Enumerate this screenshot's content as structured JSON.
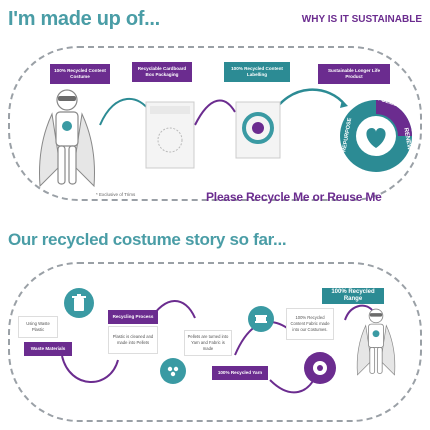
{
  "header": {
    "title": "I'm made up of...",
    "right_title": "WHY IS IT SUSTAINABLE"
  },
  "top_section": {
    "tags": [
      "100% Recycled Content Costume",
      "Recyclable Cardboard Box Packaging",
      "100% Recycled Content Labelling",
      "Sustainable Longer Life Product"
    ],
    "footnote": "* Exclusive of Trims",
    "recycle_words": [
      "RECYCLED",
      "RENEW",
      "REPURPOSE"
    ],
    "callout": "Please Recycle Me or Reuse Me"
  },
  "story": {
    "title": "Our recycled costume story so far...",
    "steps": {
      "using_waste": "Using Waste Plastic",
      "waste_materials": "Waste Materials",
      "recycling_process": "Recycling Process",
      "plastic_cleaned": "Plastic is cleaned and made into Pellets",
      "pellets_turned": "Pellets are turned into Yarn and Fabric is made",
      "recycled_yarn": "100% Recycled Yarn",
      "recycled_range": "100% Recycled Range",
      "recycled_content": "100% Recycled Content Fabric made into our Costumes."
    }
  },
  "colors": {
    "teal": "#4a9da6",
    "purple": "#6b2c8f",
    "dark_teal": "#2c8b94",
    "grey_line": "#9aa0a6"
  }
}
